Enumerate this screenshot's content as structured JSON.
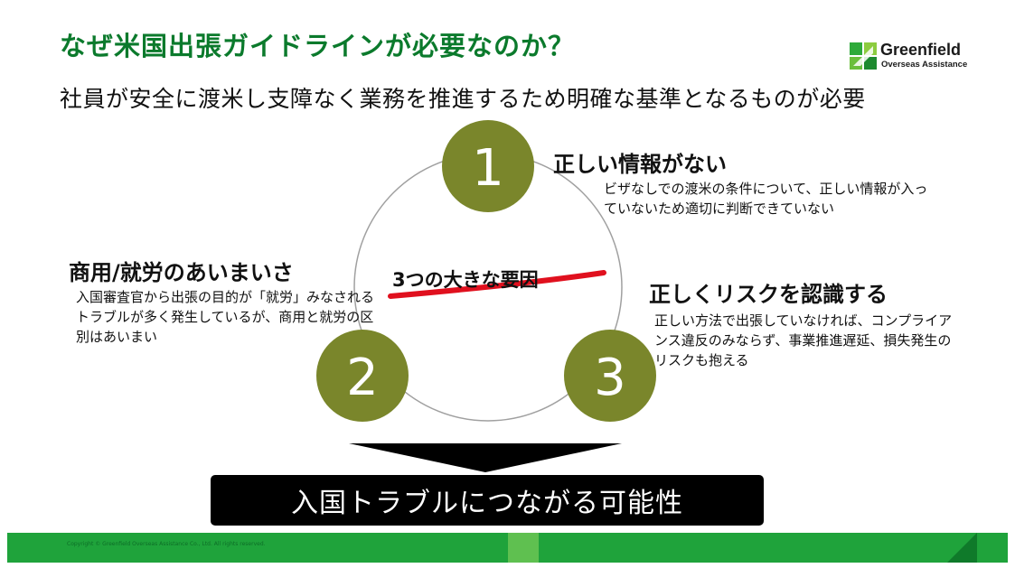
{
  "slide": {
    "title": "なぜ米国出張ガイドラインが必要なのか？",
    "subtitle": "社員が安全に渡米し支障なく業務を推進するため明確な基準となるものが必要"
  },
  "logo": {
    "name": "Greenfield",
    "sub": "Overseas Assistance"
  },
  "diagram": {
    "center_label": "3つの大きな要因",
    "factors": [
      {
        "number": "1",
        "heading": "正しい情報がない",
        "description": "ビザなしでの渡米の条件について、正しい情報が入っていないため適切に判断できていない"
      },
      {
        "number": "2",
        "heading": "商用/就労のあいまいさ",
        "description": "入国審査官から出張の目的が「就労」みなされるトラブルが多く発生しているが、商用と就労の区別はあいまい"
      },
      {
        "number": "3",
        "heading": "正しくリスクを認識する",
        "description": "正しい方法で出張していなければ、コンプライアンス違反のみならず、事業推進遅延、損失発生のリスクも抱える"
      }
    ],
    "result": "入国トラブルにつながる可能性"
  },
  "footer": {
    "copyright": "Copyright © Greenfield Overseas Assistance Co., Ltd. All rights reserved."
  },
  "colors": {
    "title_green": "#0b7a2c",
    "circle_olive": "#7a862b",
    "footer_green": "#1fa33b",
    "underline_red": "#e0101e"
  }
}
